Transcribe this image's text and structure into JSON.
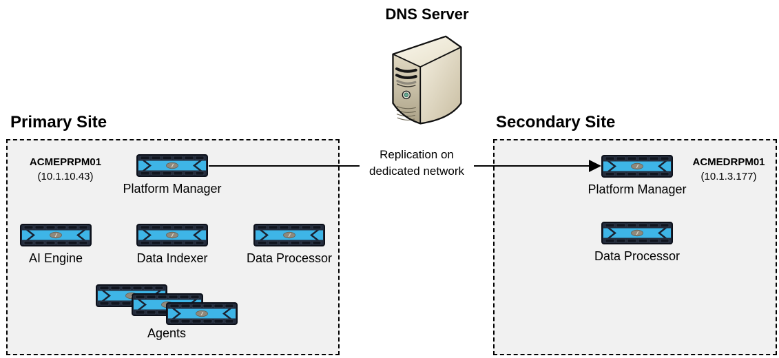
{
  "dns": {
    "label": "DNS Server"
  },
  "connection": {
    "line1": "Replication on",
    "line2": "dedicated network"
  },
  "primary": {
    "heading": "Primary Site",
    "host": {
      "name": "ACMEPRPM01",
      "ip": "(10.1.10.43)"
    },
    "nodes": {
      "platform_manager": "Platform Manager",
      "ai_engine": "AI Engine",
      "data_indexer": "Data Indexer",
      "data_processor": "Data Processor",
      "agents": "Agents"
    }
  },
  "secondary": {
    "heading": "Secondary Site",
    "host": {
      "name": "ACMEDRPM01",
      "ip": "(10.1.3.177)"
    },
    "nodes": {
      "platform_manager": "Platform Manager",
      "data_processor": "Data Processor"
    }
  },
  "icons": {
    "appliance": "appliance-icon",
    "server_tower": "server-tower-icon"
  },
  "colors": {
    "appliance_blue": "#3EB5E7",
    "appliance_dark": "#232B3B",
    "box_fill": "#F1F1F1",
    "line_color": "#000000"
  }
}
